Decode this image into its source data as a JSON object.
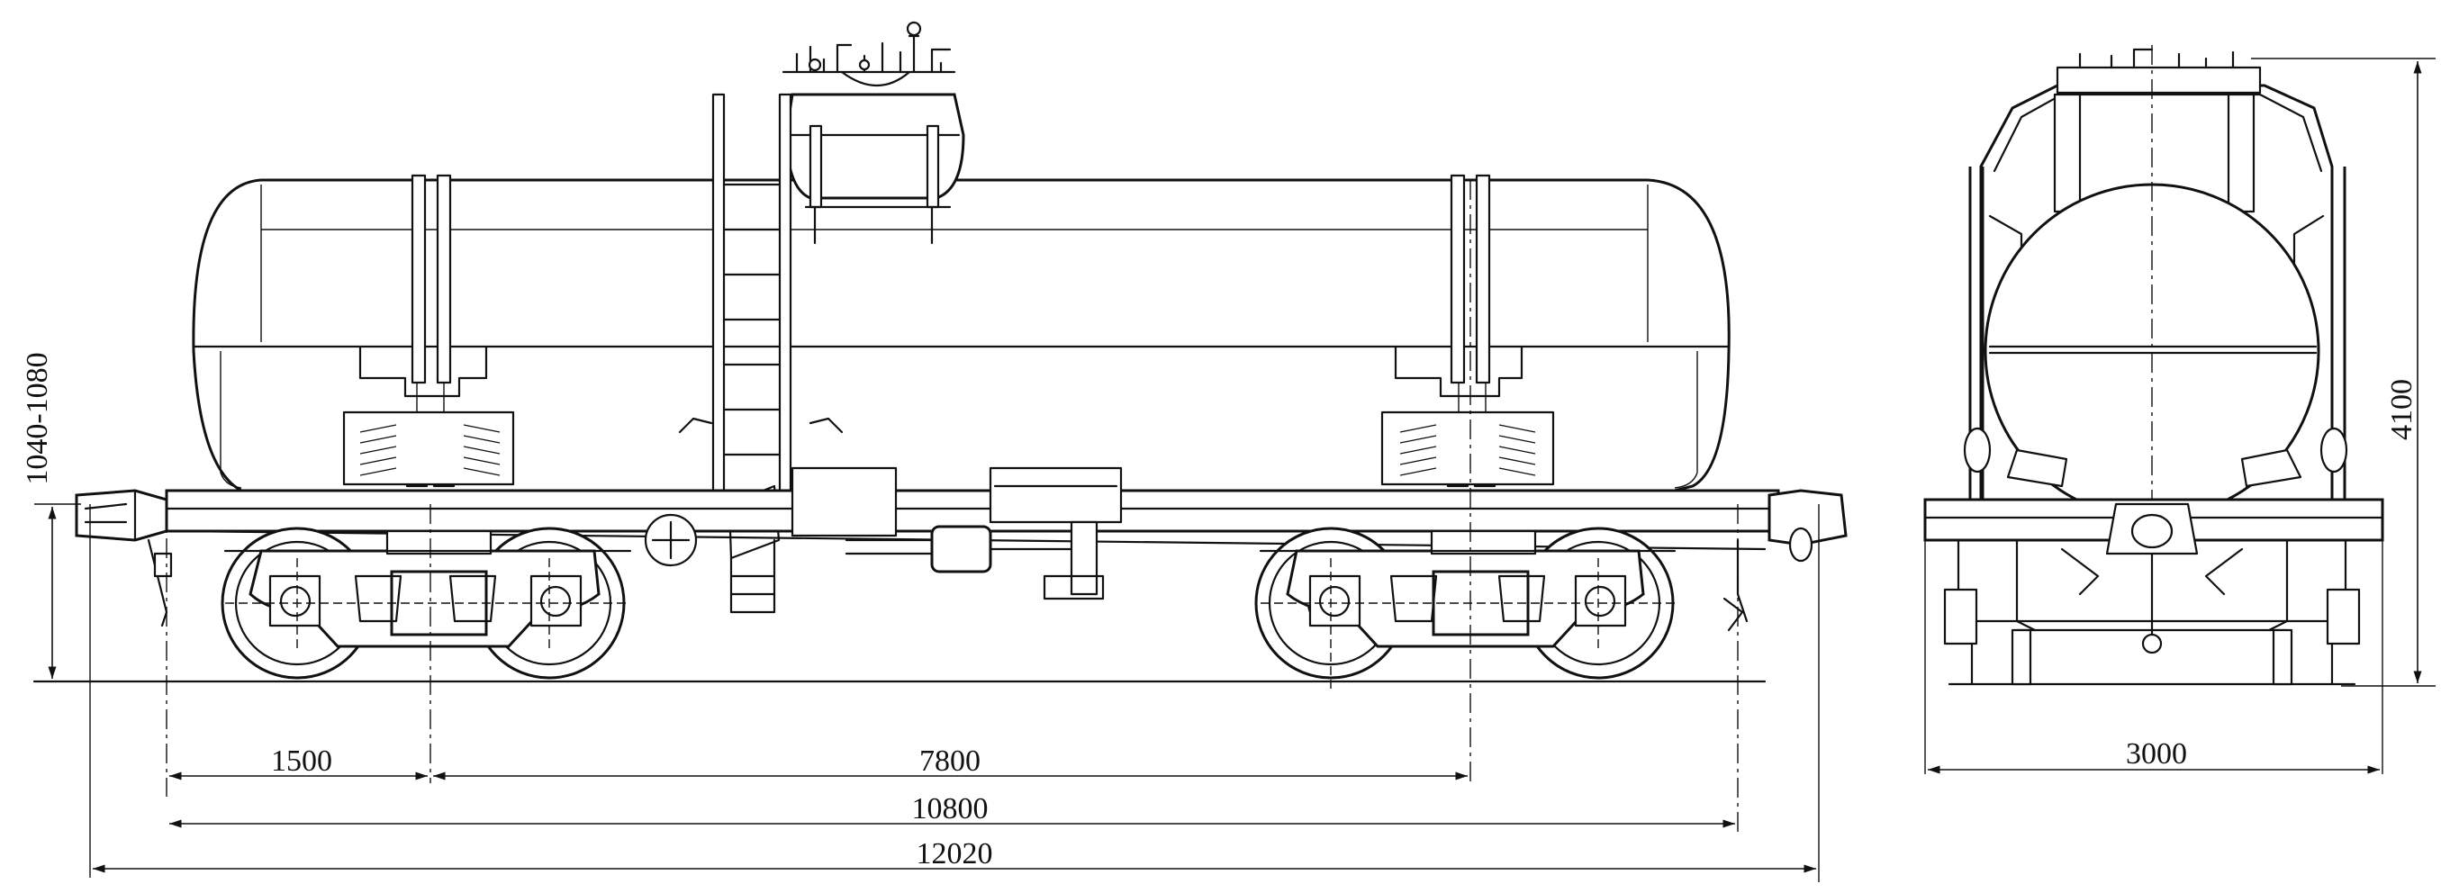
{
  "dimensions": {
    "bogie_offset": "1500",
    "bogie_centers": "7800",
    "coupler_axis_length": "10800",
    "overall_length": "12020",
    "coupler_height": "1040-1080",
    "overall_width": "3000",
    "overall_height": "4100"
  }
}
